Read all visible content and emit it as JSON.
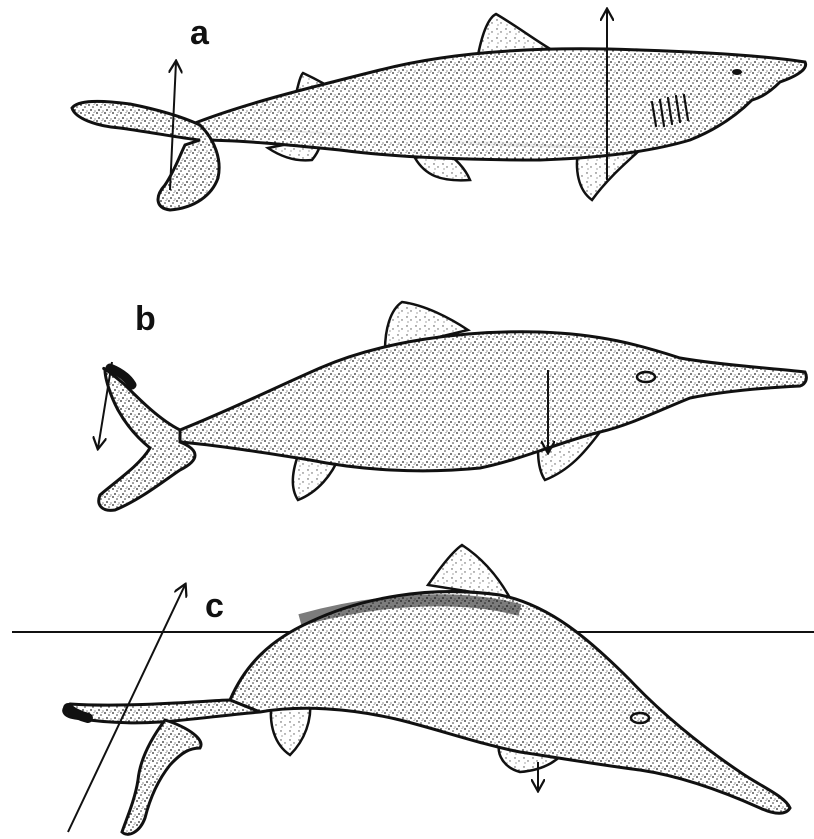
{
  "figure": {
    "panels": [
      {
        "id": "a",
        "label": "a",
        "subject": "shark"
      },
      {
        "id": "b",
        "label": "b",
        "subject": "ichthyosaur"
      },
      {
        "id": "c",
        "label": "c",
        "subject": "ichthyosaur-at-surface"
      }
    ]
  },
  "colors": {
    "ink": "#111111",
    "background": "#ffffff",
    "stipple_dark": "#2a2a2a",
    "stipple_light": "#8a8a8a"
  }
}
